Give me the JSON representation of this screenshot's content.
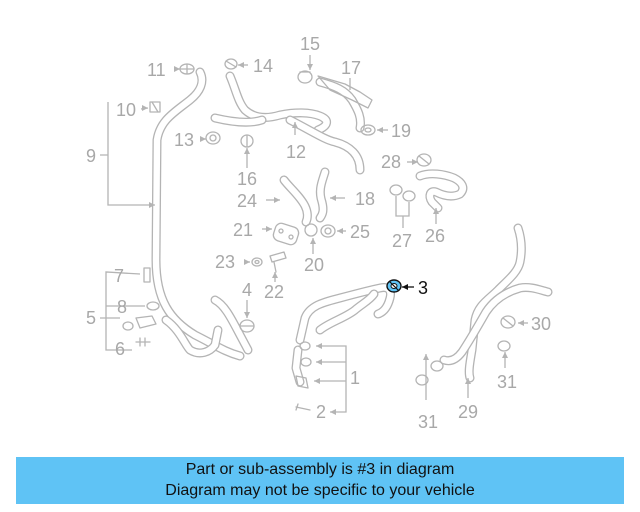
{
  "diagram": {
    "callouts": [
      {
        "id": "n1",
        "label": "1"
      },
      {
        "id": "n2",
        "label": "2"
      },
      {
        "id": "n3",
        "label": "3",
        "highlighted": true
      },
      {
        "id": "n4",
        "label": "4"
      },
      {
        "id": "n5",
        "label": "5"
      },
      {
        "id": "n6",
        "label": "6"
      },
      {
        "id": "n7",
        "label": "7"
      },
      {
        "id": "n8",
        "label": "8"
      },
      {
        "id": "n9",
        "label": "9"
      },
      {
        "id": "n10",
        "label": "10"
      },
      {
        "id": "n11",
        "label": "11"
      },
      {
        "id": "n12",
        "label": "12"
      },
      {
        "id": "n13",
        "label": "13"
      },
      {
        "id": "n14",
        "label": "14"
      },
      {
        "id": "n15",
        "label": "15"
      },
      {
        "id": "n16",
        "label": "16"
      },
      {
        "id": "n17",
        "label": "17"
      },
      {
        "id": "n18",
        "label": "18"
      },
      {
        "id": "n19",
        "label": "19"
      },
      {
        "id": "n20",
        "label": "20"
      },
      {
        "id": "n21",
        "label": "21"
      },
      {
        "id": "n22",
        "label": "22"
      },
      {
        "id": "n23",
        "label": "23"
      },
      {
        "id": "n24",
        "label": "24"
      },
      {
        "id": "n25",
        "label": "25"
      },
      {
        "id": "n26",
        "label": "26"
      },
      {
        "id": "n27",
        "label": "27"
      },
      {
        "id": "n28",
        "label": "28"
      },
      {
        "id": "n29",
        "label": "29"
      },
      {
        "id": "n30",
        "label": "30"
      },
      {
        "id": "n31a",
        "label": "31"
      },
      {
        "id": "n31b",
        "label": "31"
      }
    ],
    "colors": {
      "line": "#b4b4b4",
      "highlight": "#111111",
      "highlight_fill": "#5fc3f5",
      "banner": "#5fc3f5"
    }
  },
  "banner": {
    "line1": "Part or sub-assembly is #3 in diagram",
    "line2": "Diagram may not be specific to your vehicle"
  }
}
